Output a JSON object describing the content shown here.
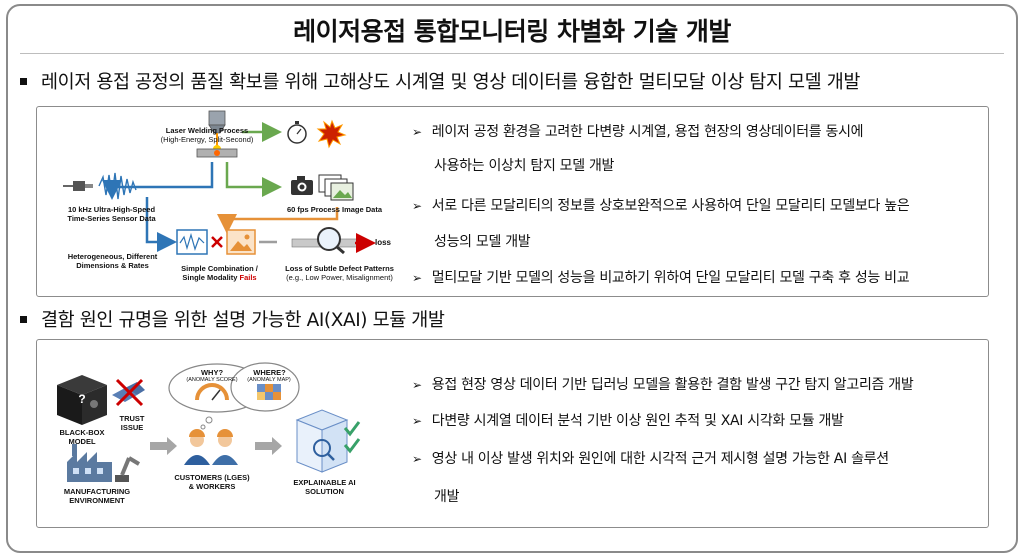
{
  "title": "레이저용접 통합모니터링 차별화 기술 개발",
  "section1": {
    "heading": "레이저 용접 공정의 품질 확보를 위해 고해상도 시계열 및 영상 데이터를 융합한 멀티모달 이상 탐지 모델 개발",
    "points": [
      "레이저 공정 환경을 고려한 다변량 시계열, 용접 현장의 영상데이터를 동시에",
      "사용하는 이상치 탐지 모델 개발",
      "서로 다른 모달리티의 정보를 상호보완적으로 사용하여 단일 모달리티 모델보다 높은",
      "성능의 모델 개발",
      "멀티모달 기반 모델의 성능을 비교하기 위하여 단일 모달리티 모델 구축 후 성능 비교"
    ],
    "diagram": {
      "process_title": "Laser Welding Process",
      "process_sub": "(High-Energy, Split-Second)",
      "sensor_title": "10 kHz Ultra-High-Speed",
      "sensor_sub": "Time-Series Sensor Data",
      "image_title": "60 fps Process Image Data",
      "hetero_1": "Heterogeneous, Different",
      "hetero_2": "Dimensions & Rates",
      "simple_1": "Simple Combination /",
      "simple_2": "Single Modality ",
      "simple_fails": "Fails",
      "loss_title": "Loss of Subtle Defect Patterns",
      "loss_sub": "(e.g., Low Power, Misalignment)",
      "loss_word": "loss"
    }
  },
  "section2": {
    "heading": "결함 원인 규명을 위한 설명 가능한 AI(XAI) 모듈 개발",
    "points": [
      "용접 현장 영상 데이터 기반 딥러닝 모델을 활용한 결함 발생 구간 탐지 알고리즘 개발",
      "다변량 시계열 데이터 분석 기반 이상 원인 추적 및 XAI 시각화 모듈 개발",
      "영상 내 이상 발생 위치와 원인에 대한 시각적 근거 제시형 설명 가능한 AI 솔루션",
      "개발"
    ],
    "diagram": {
      "blackbox_1": "BLACK-BOX",
      "blackbox_2": "MODEL",
      "trust_1": "TRUST",
      "trust_2": "ISSUE",
      "mfg_1": "MANUFACTURING",
      "mfg_2": "ENVIRONMENT",
      "why": "WHY?",
      "why_sub": "(ANOMALY SCORE)",
      "where": "WHERE?",
      "where_sub": "(ANOMALY MAP)",
      "customers_1": "CUSTOMERS (LGES)",
      "customers_2": "& WORKERS",
      "xai_1": "EXPLAINABLE AI",
      "xai_2": "SOLUTION",
      "question_mark": "?"
    }
  },
  "colors": {
    "green_arrow": "#6aa84f",
    "blue_arrow": "#2e75b6",
    "orange_arrow": "#e69138",
    "red": "#cc0000",
    "gray_arrow": "#9e9e9e"
  }
}
